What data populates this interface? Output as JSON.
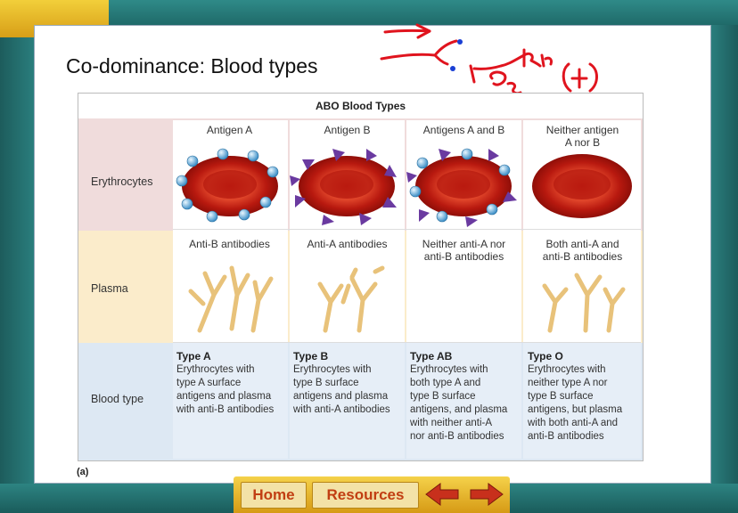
{
  "slide": {
    "title": "Co-dominance: Blood types"
  },
  "figure": {
    "title": "ABO Blood Types",
    "caption": "(a)",
    "rows": [
      "Erythrocytes",
      "Plasma",
      "Blood type"
    ],
    "columns": [
      {
        "antigen": [
          "Antigen A"
        ],
        "antibody": [
          "Anti-B antibodies"
        ],
        "type": "Type A",
        "description": [
          "Erythrocytes with",
          "type A surface",
          "antigens and plasma",
          "with anti-B antibodies"
        ]
      },
      {
        "antigen": [
          "Antigen B"
        ],
        "antibody": [
          "Anti-A antibodies"
        ],
        "type": "Type B",
        "description": [
          "Erythrocytes with",
          "type B surface",
          "antigens and plasma",
          "with anti-A antibodies"
        ]
      },
      {
        "antigen": [
          "Antigens A and B"
        ],
        "antibody": [
          "Neither anti-A nor",
          "anti-B antibodies"
        ],
        "type": "Type AB",
        "description": [
          "Erythrocytes with",
          "both type A and",
          "type B surface",
          "antigens, and plasma",
          "with neither anti-A",
          "nor anti-B antibodies"
        ]
      },
      {
        "antigen": [
          "Neither antigen",
          "A nor B"
        ],
        "antibody": [
          "Both anti-A and",
          "anti-B antibodies"
        ],
        "type": "Type O",
        "description": [
          "Erythrocytes with",
          "neither type A nor",
          "type B surface",
          "antigens, but plasma",
          "with both anti-A and",
          "anti-B antibodies"
        ]
      }
    ]
  },
  "nav": {
    "home_label": "Home",
    "resources_label": "Resources",
    "back_icon": "arrow-left-icon",
    "forward_icon": "arrow-right-icon"
  },
  "colors": {
    "frame_teal": "#1e6b6b",
    "frame_yellow": "#e8b72a",
    "nav_text": "#c13e12",
    "ink_red": "#e0141e"
  }
}
